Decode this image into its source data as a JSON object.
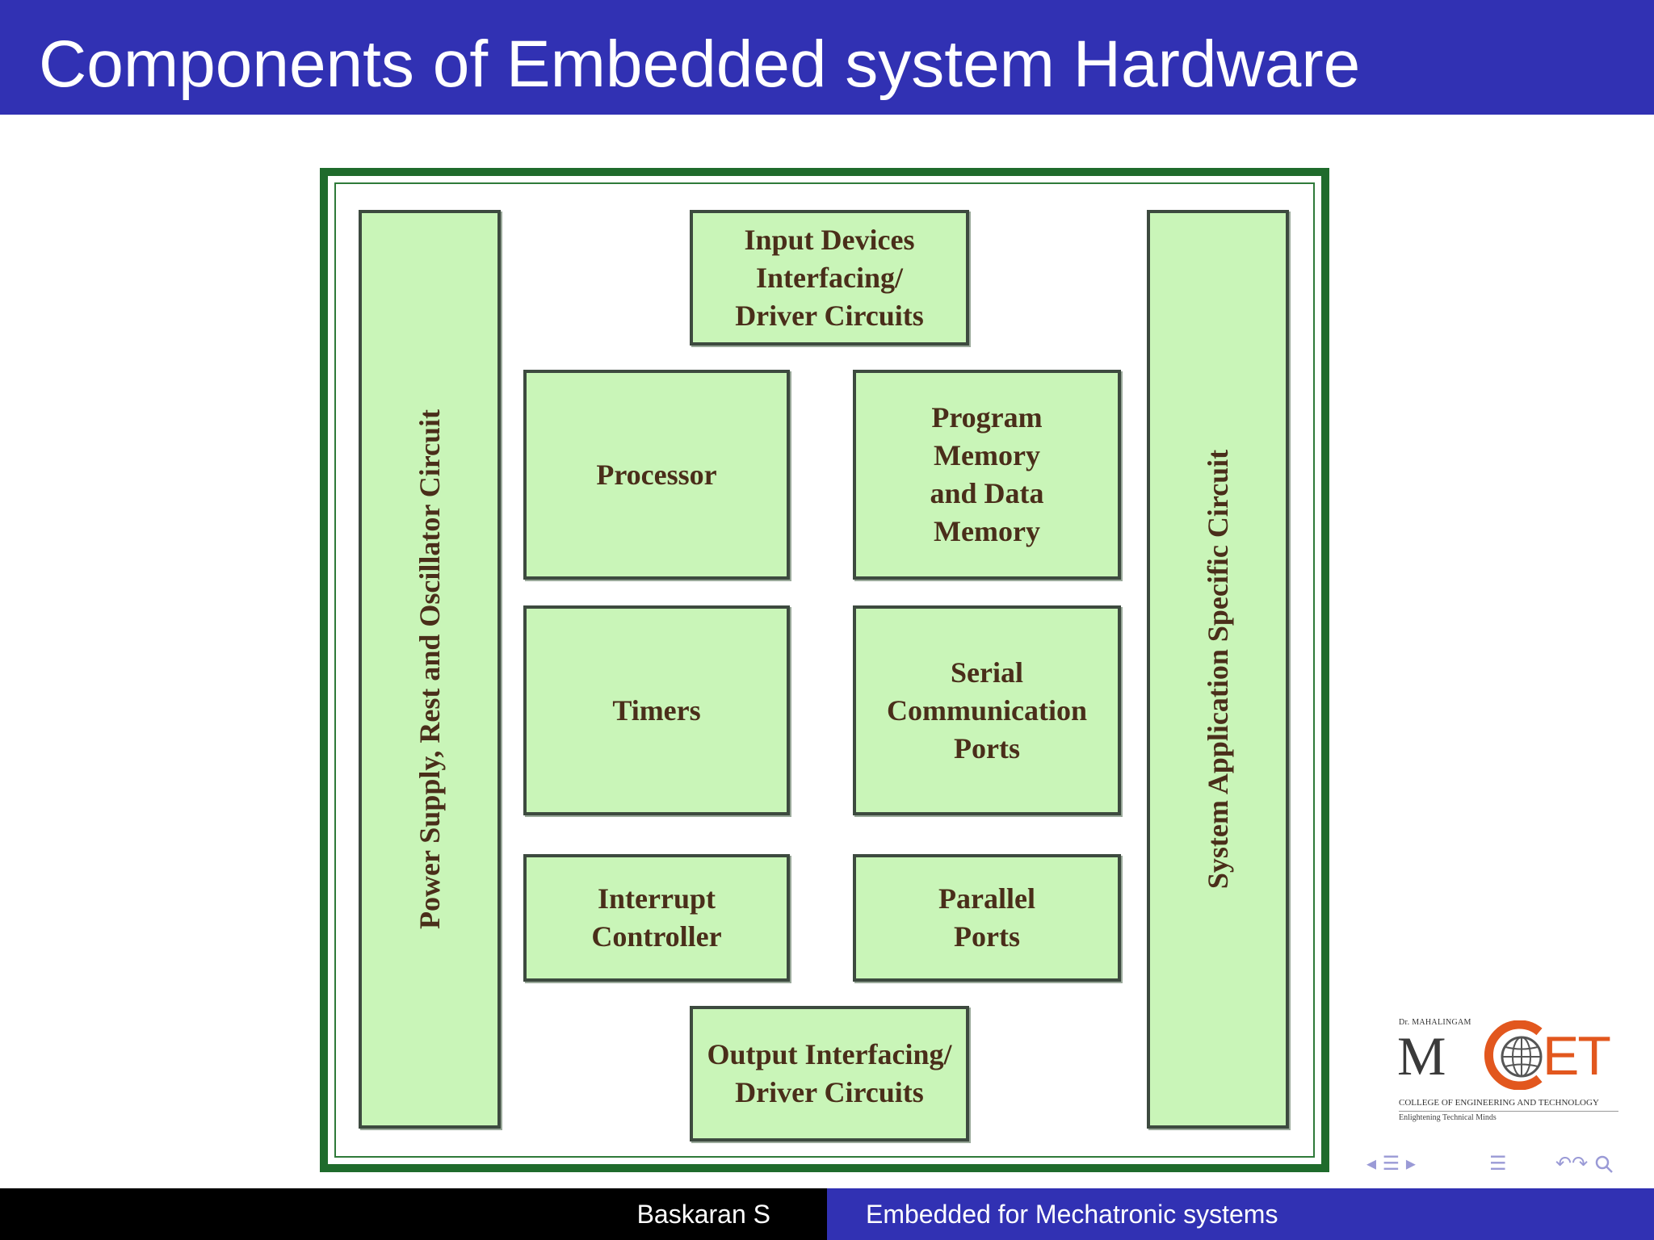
{
  "header": {
    "title": "Components of Embedded system Hardware"
  },
  "diagram": {
    "left_bar": "Power Supply, Rest and Oscillator Circuit",
    "right_bar": "System Application Specific Circuit",
    "input_block": "Input Devices\nInterfacing/\nDriver Circuits",
    "processor": "Processor",
    "memory": "Program\nMemory\nand Data\nMemory",
    "timers": "Timers",
    "serial": "Serial\nCommunication\nPorts",
    "interrupt": "Interrupt\nController",
    "parallel": "Parallel\nPorts",
    "output_block": "Output Interfacing/\nDriver Circuits",
    "colors": {
      "block_fill": "#c9f5b8",
      "frame": "#1f6b2c",
      "text": "#4a2e1a"
    }
  },
  "logo": {
    "small_text": "Dr. MAHALINGAM",
    "letters_m": "M",
    "letters_et": "ET",
    "college": "COLLEGE OF ENGINEERING AND TECHNOLOGY",
    "tagline": "Enlightening Technical Minds"
  },
  "nav": {
    "frame_symbols": "◂ ☰ ▸",
    "section_symbol": "☰",
    "search_symbols": "↶↷"
  },
  "footer": {
    "author": "Baskaran S",
    "title": "Embedded for Mechatronic systems"
  }
}
